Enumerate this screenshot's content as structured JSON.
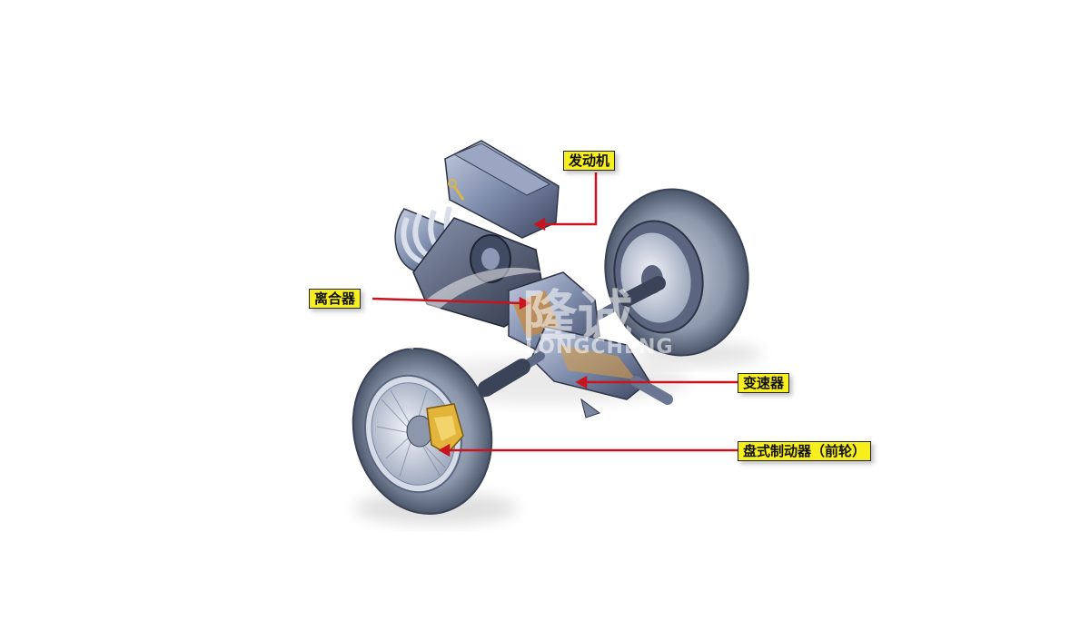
{
  "labels": {
    "engine": "发动机",
    "clutch": "离合器",
    "transmission": "变速器",
    "disc_brake": "盘式制动器（前轮）"
  },
  "watermark": {
    "chinese": "隆诚",
    "latin": "LONGCHENG"
  },
  "colors": {
    "label_bg": "#f7ee1d",
    "leader_line": "#c8141e",
    "metal": "#7f8fb0",
    "tire": "#8a94a8"
  }
}
